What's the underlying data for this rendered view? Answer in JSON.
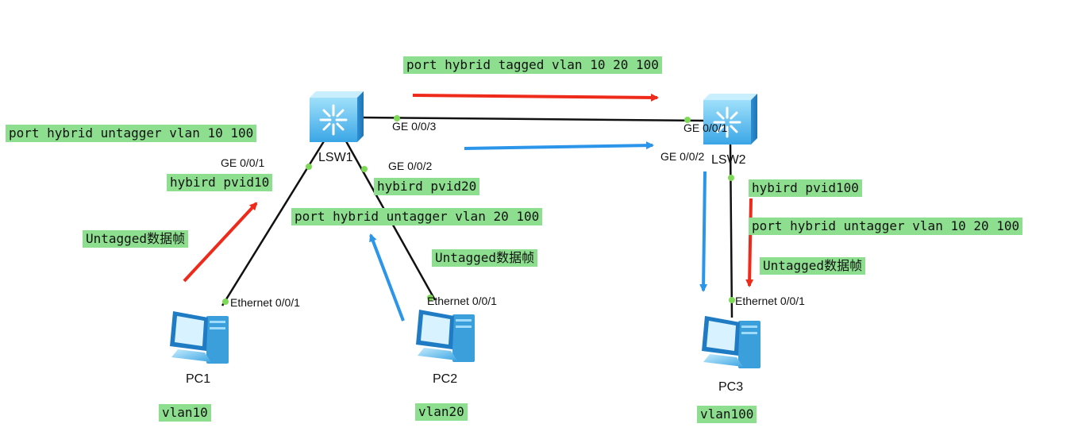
{
  "devices": {
    "lsw1": "LSW1",
    "lsw2": "LSW2",
    "pc1": "PC1",
    "pc2": "PC2",
    "pc3": "PC3"
  },
  "ports": {
    "lsw1_ge001": "GE 0/0/1",
    "lsw1_ge002": "GE 0/0/2",
    "lsw1_ge003": "GE 0/0/3",
    "lsw2_ge001": "GE 0/0/1",
    "lsw2_ge002": "GE 0/0/2",
    "pc1_eth": "Ethernet 0/0/1",
    "pc2_eth": "Ethernet 0/0/1",
    "pc3_eth": "Ethernet 0/0/1"
  },
  "annotations": {
    "trunk_tagged": "port hybrid tagged vlan 10 20 100",
    "lsw1_p1_untag": "port hybrid untagger vlan 10 100",
    "lsw1_p1_pvid": "hybird pvid10",
    "lsw1_p2_pvid": "hybird pvid20",
    "lsw1_p2_untag": "port hybrid untagger vlan 20 100",
    "lsw2_p2_pvid": "hybird pvid100",
    "lsw2_p2_untag": "port hybrid untagger vlan 10 20 100",
    "untagged_frame_1": "Untagged数据帧",
    "untagged_frame_2": "Untagged数据帧",
    "untagged_frame_3": "Untagged数据帧",
    "vlan_pc1": "vlan10",
    "vlan_pc2": "vlan20",
    "vlan_pc3": "vlan100"
  },
  "colors": {
    "label_bg": "#8ddf8f",
    "link": "#111111",
    "port_dot": "#7ed957",
    "arrow_red": "#ee2a1b",
    "arrow_blue": "#2b95ea",
    "device_blue": "#4db3ee"
  },
  "icons": {
    "switch": "switch-icon",
    "pc": "pc-icon"
  }
}
